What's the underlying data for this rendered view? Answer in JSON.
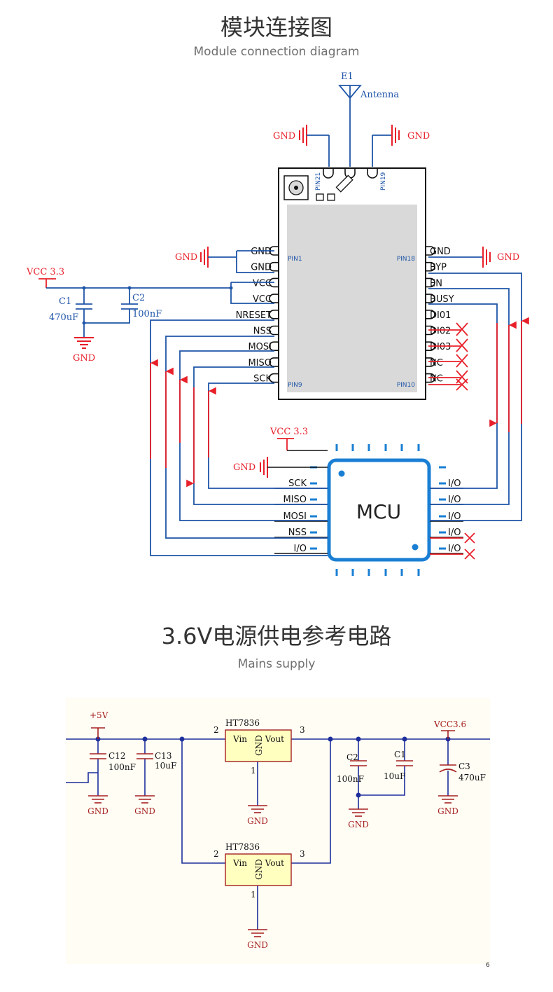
{
  "section1": {
    "title_cn": "模块连接图",
    "title_en": "Module connection diagram",
    "antenna": {
      "ref": "E1",
      "label": "Antenna"
    },
    "gnd": "GND",
    "vcc": "VCC 3.3",
    "caps": [
      {
        "ref": "C1",
        "value": "470uF"
      },
      {
        "ref": "C2",
        "value": "100nF"
      }
    ],
    "module_left_pins": [
      "GND",
      "GND",
      "VCC",
      "VCC",
      "NRESET",
      "NSS",
      "MOSI",
      "MISO",
      "SCK"
    ],
    "module_right_pins": [
      "GND",
      "BYP",
      "EN",
      "BUSY",
      "DI01",
      "DI02",
      "DI03",
      "NC",
      "NC"
    ],
    "pin_tags": {
      "pin1": "PIN1",
      "pin9": "PIN9",
      "pin10": "PIN10",
      "pin18": "PIN18",
      "pin19": "PIN19",
      "pin21": "PIN21"
    },
    "mcu": {
      "label": "MCU",
      "left_pins": [
        "SCK",
        "MISO",
        "MOSI",
        "NSS",
        "I/O"
      ],
      "right_pins": [
        "I/O",
        "I/O",
        "I/O",
        "I/O",
        "I/O"
      ]
    }
  },
  "section2": {
    "title_cn": "3.6V电源供电参考电路",
    "title_en": "Mains supply",
    "input_rail": "+5V",
    "output_rail": "VCC3.6",
    "gnd": "GND",
    "regulator": {
      "name": "HT7836",
      "vin": "Vin",
      "gnd": "GND",
      "vout": "Vout",
      "pin_in": "2",
      "pin_gnd": "1",
      "pin_out": "3"
    },
    "caps": [
      {
        "ref": "C12",
        "value": "100nF"
      },
      {
        "ref": "C13",
        "value": "10uF"
      },
      {
        "ref": "C2",
        "value": "100nF"
      },
      {
        "ref": "C1",
        "value": "10uF"
      },
      {
        "ref": "C3",
        "value": "470uF"
      }
    ],
    "corner_mark": "6"
  },
  "colors": {
    "red": "#e8202a",
    "blue": "#1f56a8",
    "mcu_blue": "#1a7fd4",
    "black": "#111111",
    "schematic_bg": "#fffdf4",
    "part_fill": "#ffffc0",
    "schematic_red": "#a52020",
    "schematic_blue": "#1e2f9c"
  }
}
